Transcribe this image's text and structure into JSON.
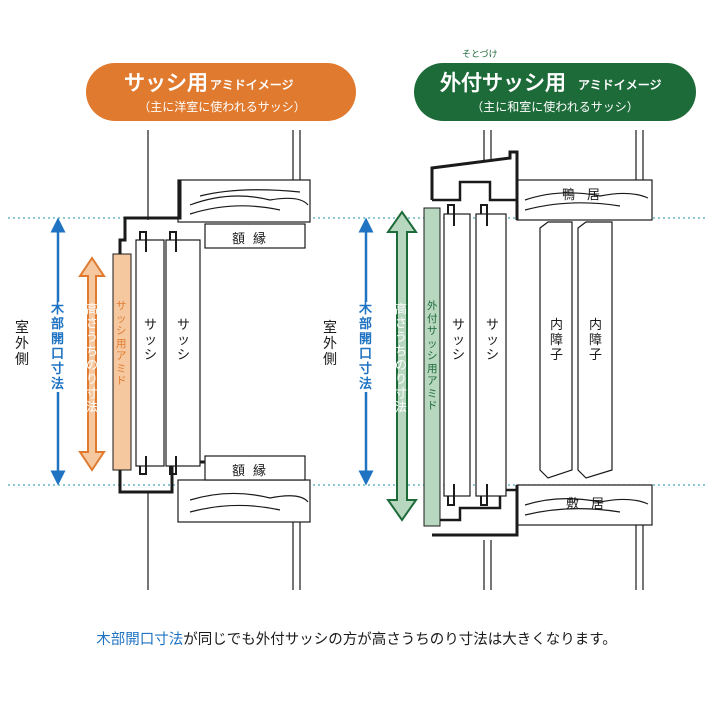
{
  "colors": {
    "orange": "#e07a2e",
    "orange_light": "#f5c8a0",
    "green_dark": "#1e6b3a",
    "green_light": "#b8d7bf",
    "blue": "#1f73c2",
    "dotted": "#4aa8b8",
    "ink": "#1a1a1a"
  },
  "left_panel": {
    "badge_title": "サッシ用",
    "badge_suffix": "アミドイメージ",
    "badge_sub": "（主に洋室に使われるサッシ）",
    "outside_label": "室外側",
    "wood_opening_label": "木部開口寸法",
    "height_label": "高さうちのり寸法",
    "screen_label": "サッシ用アミド",
    "sash1_label": "サッシ",
    "sash2_label": "サッシ",
    "trim_top_label": "額縁",
    "trim_bottom_label": "額縁"
  },
  "right_panel": {
    "ruby": "そとづけ",
    "badge_title": "外付サッシ用",
    "badge_suffix": "アミドイメージ",
    "badge_sub": "（主に和室に使われるサッシ）",
    "outside_label": "室外側",
    "wood_opening_label": "木部開口寸法",
    "height_label": "高さうちのり寸法",
    "screen_label": "外付サッシ用アミド",
    "sash1_label": "サッシ",
    "sash2_label": "サッシ",
    "inner1_label": "内障子",
    "inner2_label": "内障子",
    "kamoi_label": "鴨居",
    "shikii_label": "敷居"
  },
  "footer": {
    "highlight": "木部開口寸法",
    "rest": "が同じでも外付サッシの方が高さうちのり寸法は大きくなります。"
  }
}
